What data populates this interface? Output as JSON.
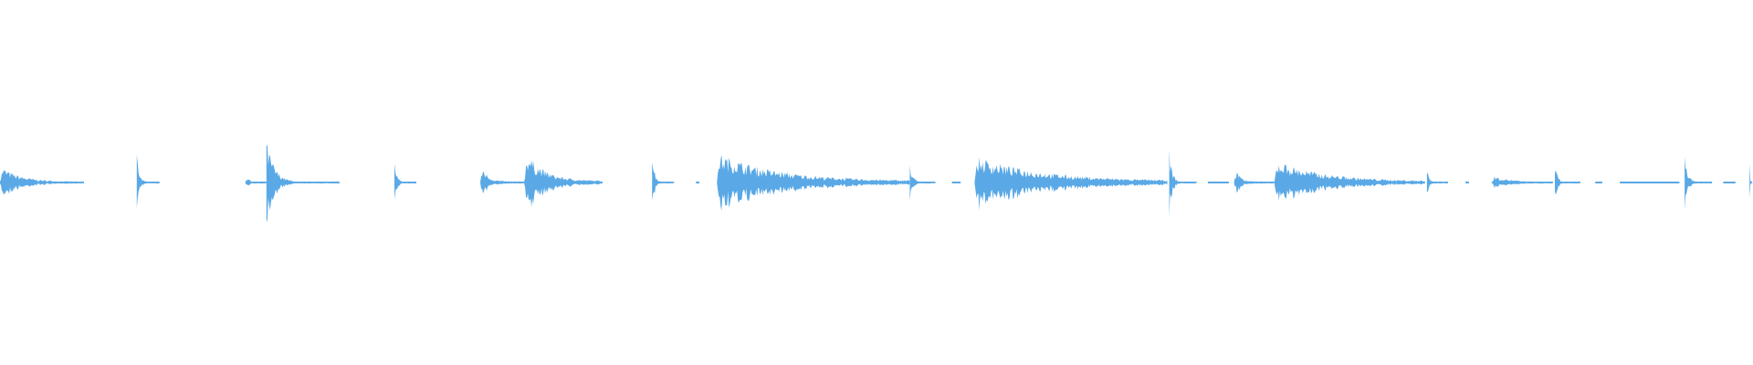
{
  "waveform": {
    "color": "#5aa9e6",
    "background": "#ffffff",
    "events": [
      {
        "t": 0.0,
        "amp": 0.09,
        "sustain": 0.048,
        "decay": 0.5
      },
      {
        "t": 0.078,
        "amp": 0.15,
        "sustain": 0.013,
        "decay": 0.1
      },
      {
        "t": 0.14,
        "amp": 0.1,
        "sustain": 0.012,
        "decay": 0.2
      },
      {
        "t": 0.152,
        "amp": 0.2,
        "sustain": 0.042,
        "decay": 0.15
      },
      {
        "t": 0.225,
        "amp": 0.1,
        "sustain": 0.013,
        "decay": 0.1
      },
      {
        "t": 0.274,
        "amp": 0.12,
        "sustain": 0.025,
        "decay": 0.3
      },
      {
        "t": 0.299,
        "amp": 0.18,
        "sustain": 0.045,
        "decay": 0.5
      },
      {
        "t": 0.372,
        "amp": 0.15,
        "sustain": 0.013,
        "decay": 0.1
      },
      {
        "t": 0.409,
        "amp": 0.16,
        "sustain": 0.11,
        "decay": 0.65
      },
      {
        "t": 0.519,
        "amp": 0.1,
        "sustain": 0.015,
        "decay": 0.1
      },
      {
        "t": 0.556,
        "amp": 0.14,
        "sustain": 0.11,
        "decay": 0.75
      },
      {
        "t": 0.667,
        "amp": 0.15,
        "sustain": 0.016,
        "decay": 0.1
      },
      {
        "t": 0.704,
        "amp": 0.1,
        "sustain": 0.023,
        "decay": 0.3
      },
      {
        "t": 0.727,
        "amp": 0.12,
        "sustain": 0.086,
        "decay": 0.7
      },
      {
        "t": 0.814,
        "amp": 0.09,
        "sustain": 0.01,
        "decay": 0.1
      },
      {
        "t": 0.851,
        "amp": 0.04,
        "sustain": 0.035,
        "decay": 0.6
      },
      {
        "t": 0.887,
        "amp": 0.09,
        "sustain": 0.015,
        "decay": 0.1
      },
      {
        "t": 0.961,
        "amp": 0.15,
        "sustain": 0.016,
        "decay": 0.1
      },
      {
        "t": 0.998,
        "amp": 0.14,
        "sustain": 0.002,
        "decay": 0.1
      }
    ],
    "dashes": [
      {
        "t0": 0.089,
        "t1": 0.091
      },
      {
        "t0": 0.175,
        "t1": 0.178
      },
      {
        "t0": 0.188,
        "t1": 0.193
      },
      {
        "t0": 0.235,
        "t1": 0.237
      },
      {
        "t0": 0.397,
        "t1": 0.399
      },
      {
        "t0": 0.528,
        "t1": 0.531
      },
      {
        "t0": 0.543,
        "t1": 0.548
      },
      {
        "t0": 0.677,
        "t1": 0.68
      },
      {
        "t0": 0.689,
        "t1": 0.701
      },
      {
        "t0": 0.824,
        "t1": 0.826
      },
      {
        "t0": 0.836,
        "t1": 0.838
      },
      {
        "t0": 0.91,
        "t1": 0.914
      },
      {
        "t0": 0.924,
        "t1": 0.958
      },
      {
        "t0": 0.97,
        "t1": 0.972
      },
      {
        "t0": 0.983,
        "t1": 0.99
      }
    ]
  }
}
